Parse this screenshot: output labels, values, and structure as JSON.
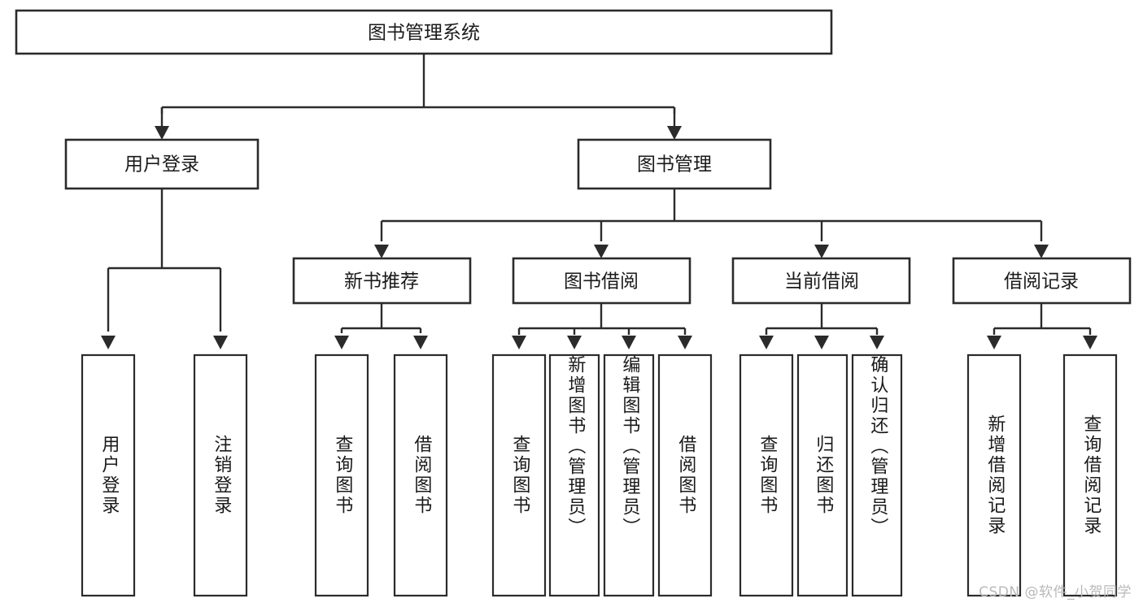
{
  "diagram": {
    "type": "hierarchy-tree",
    "title": "图书管理系统",
    "watermark": "CSDN @软件_小贺同学",
    "colors": {
      "background": "#ffffff",
      "stroke": "#2b2b2b",
      "text": "#1a1a1a",
      "watermark": "#b9b9b9"
    },
    "levels": {
      "root": {
        "label": "图书管理系统"
      },
      "level2": [
        {
          "label": "用户登录"
        },
        {
          "label": "图书管理"
        }
      ],
      "level3": [
        {
          "label": "新书推荐"
        },
        {
          "label": "图书借阅"
        },
        {
          "label": "当前借阅"
        },
        {
          "label": "借阅记录"
        }
      ]
    },
    "leaves": {
      "user_login": [
        {
          "label": "用户登录"
        },
        {
          "label": "注销登录"
        }
      ],
      "new_book_recommend": [
        {
          "label": "查询图书"
        },
        {
          "label": "借阅图书"
        }
      ],
      "book_borrow": [
        {
          "label": "查询图书"
        },
        {
          "label": "新增图书（管理员）"
        },
        {
          "label": "编辑图书（管理员）"
        },
        {
          "label": "借阅图书"
        }
      ],
      "current_borrow": [
        {
          "label": "查询图书"
        },
        {
          "label": "归还图书"
        },
        {
          "label": "确认归还（管理员）"
        }
      ],
      "borrow_record": [
        {
          "label": "新增借阅记录"
        },
        {
          "label": "查询借阅记录"
        }
      ]
    }
  }
}
